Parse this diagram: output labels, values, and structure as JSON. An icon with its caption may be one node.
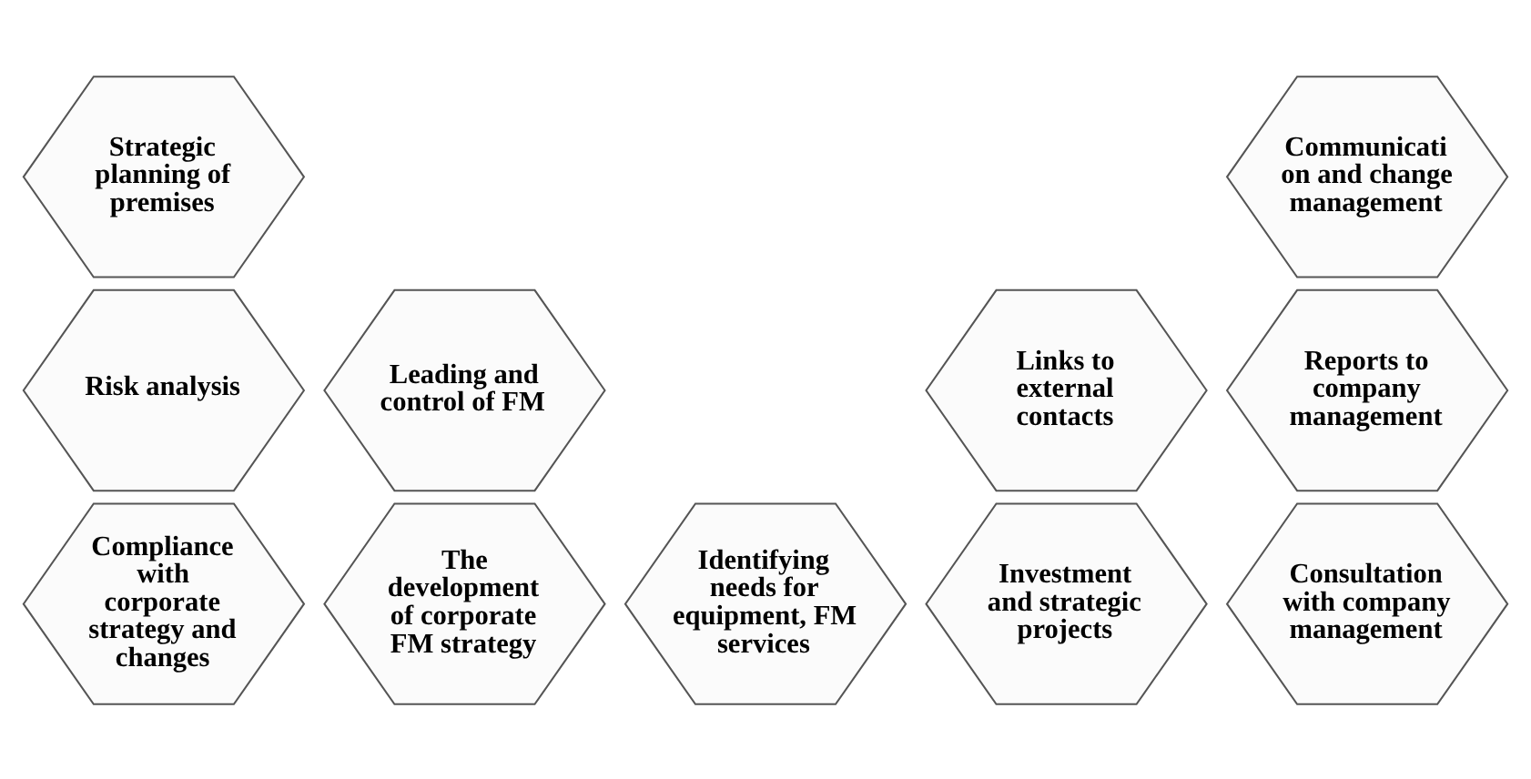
{
  "diagram": {
    "nodes": [
      {
        "text": [
          "Compliance with corporate strategy and changes"
        ]
      },
      {
        "text": [
          "Risk analysis"
        ]
      },
      {
        "text": [
          "Strategic planning of premises"
        ]
      },
      {
        "text": [
          "The development of corporate FM strategy"
        ]
      },
      {
        "text": [
          "Leading and control of FM"
        ]
      },
      {
        "text": [
          "Identifying needs for equipment, FM services"
        ]
      },
      {
        "text": [
          "Investment and strategic projects"
        ]
      },
      {
        "text": [
          "Links to external contacts"
        ]
      },
      {
        "text": [
          "Consultation with company management"
        ]
      },
      {
        "text": [
          "Reports to company management"
        ]
      },
      {
        "text": [
          "Communicati on and change management"
        ]
      }
    ],
    "edges": []
  }
}
